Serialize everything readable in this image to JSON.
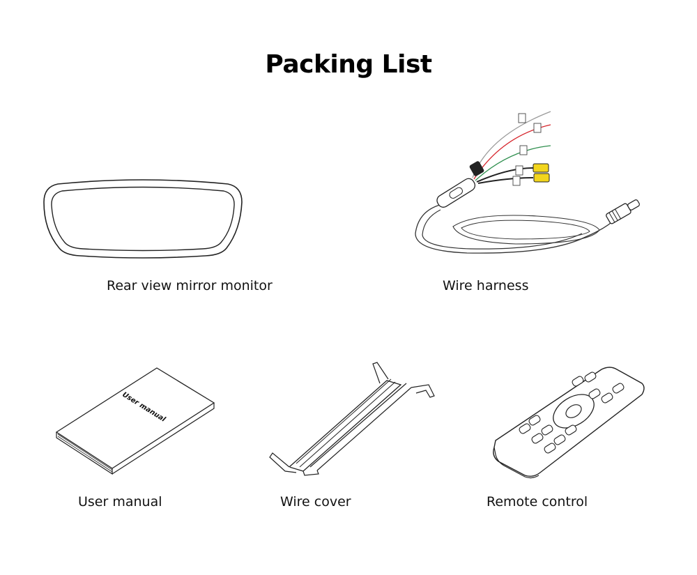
{
  "title": "Packing List",
  "items": [
    {
      "label": "Rear view mirror monitor",
      "icon": "rear-view-mirror-icon"
    },
    {
      "label": "Wire harness",
      "icon": "wire-harness-icon"
    },
    {
      "label": "User manual",
      "icon": "user-manual-icon",
      "cover_text": "User manual"
    },
    {
      "label": "Wire cover",
      "icon": "wire-cover-icon"
    },
    {
      "label": "Remote control",
      "icon": "remote-control-icon"
    }
  ],
  "colors": {
    "text": "#111111",
    "line": "#222222",
    "wire_red": "#d6242b",
    "wire_green": "#2f8f4e",
    "wire_gray": "#9a9a9a",
    "connector_yellow": "#f2d51d"
  }
}
